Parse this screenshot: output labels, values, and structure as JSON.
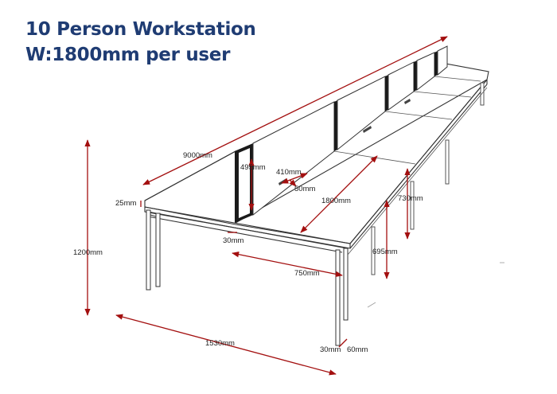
{
  "title": {
    "line1": "10 Person Workstation",
    "line2": "W:1800mm per user"
  },
  "dimensions": {
    "total_length": "9000mm",
    "screen_height": "495mm",
    "screen_gap": "410mm",
    "screen_thickness": "50mm",
    "user_width": "1800mm",
    "desk_height_top": "730mm",
    "desk_height_under": "695mm",
    "top_thickness": "25mm",
    "overall_height": "1200mm",
    "frame_offset": "30mm",
    "desk_depth": "750mm",
    "total_depth": "1530mm",
    "leg_width": "30mm",
    "leg_depth": "60mm"
  },
  "colors": {
    "title": "#1f3c73",
    "arrow": "#a30f0f",
    "outline": "#333333",
    "screen": "#1a1a1a"
  }
}
